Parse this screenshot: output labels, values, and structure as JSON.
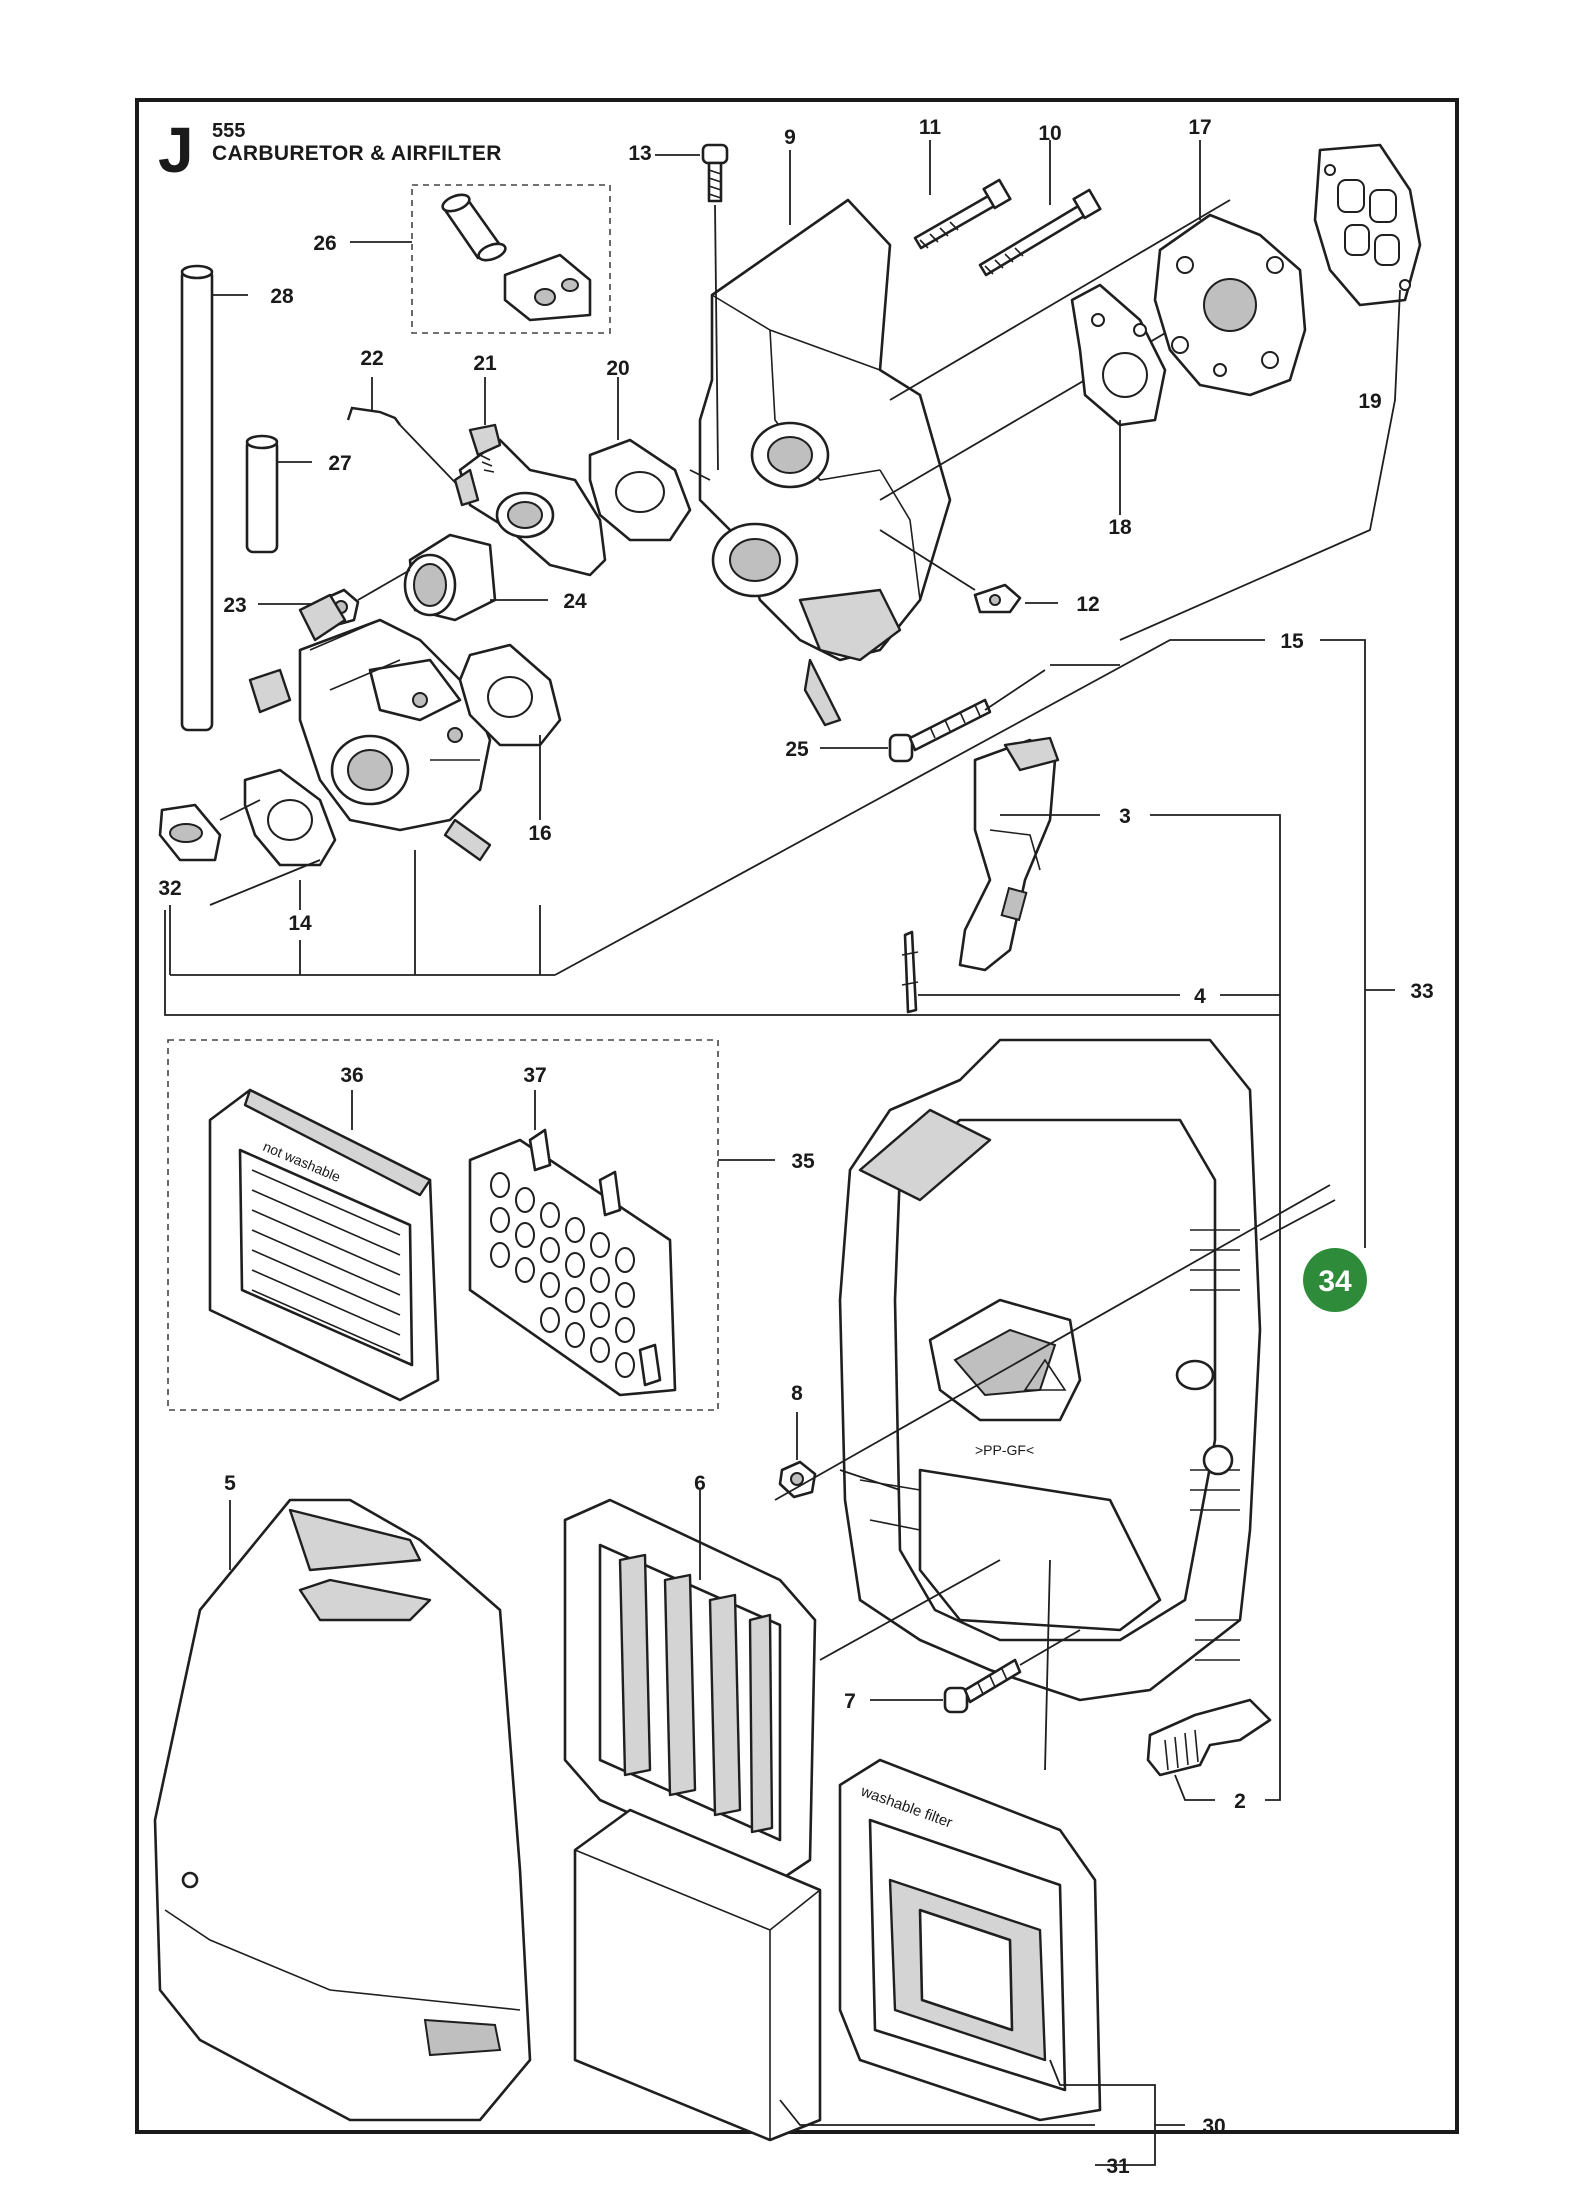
{
  "header": {
    "section_letter": "J",
    "model_number": "555",
    "title": "CARBURETOR & AIRFILTER"
  },
  "callout": {
    "number": "34",
    "color": "#2e8b3a"
  },
  "part_labels": {
    "p2": "2",
    "p3": "3",
    "p4": "4",
    "p5": "5",
    "p6": "6",
    "p7": "7",
    "p8": "8",
    "p9": "9",
    "p10": "10",
    "p11": "11",
    "p12": "12",
    "p13": "13",
    "p14": "14",
    "p15": "15",
    "p16": "16",
    "p17": "17",
    "p18": "18",
    "p19": "19",
    "p20": "20",
    "p21": "21",
    "p22": "22",
    "p23": "23",
    "p24": "24",
    "p25": "25",
    "p26": "26",
    "p27": "27",
    "p28": "28",
    "p30": "30",
    "p31": "31",
    "p32": "32",
    "p33": "33",
    "p35": "35",
    "p36": "36",
    "p37": "37"
  },
  "embossed_text": {
    "filter_36": "not washable",
    "filter_30": "washable filter",
    "housing_material": ">PP-GF<"
  }
}
